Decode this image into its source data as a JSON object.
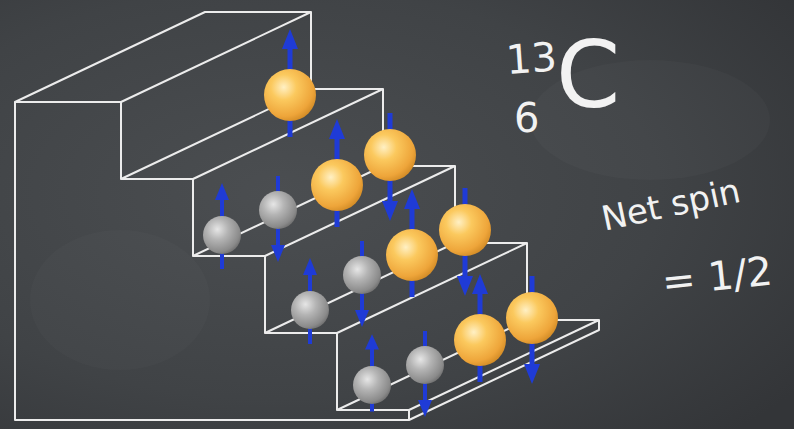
{
  "diagram": {
    "labels": [
      "13",
      "6",
      "C",
      "Net spin",
      "= 1/2"
    ]
  }
}
